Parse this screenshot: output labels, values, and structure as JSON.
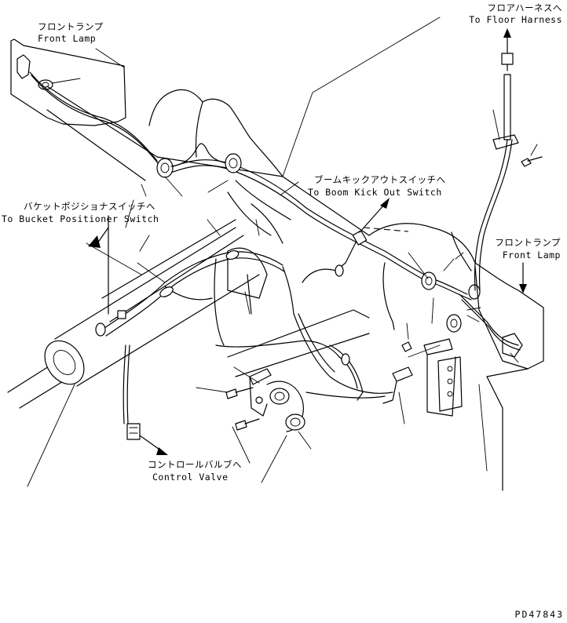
{
  "labels": {
    "front_lamp_left": {
      "jp": "フロントランプ",
      "en": "Front Lamp"
    },
    "floor_harness": {
      "jp": "フロアハーネスへ",
      "en": "To Floor Harness"
    },
    "boom_kick_out": {
      "jp": "ブームキックアウトスイッチへ",
      "en": "To Boom Kick Out Switch"
    },
    "bucket_positioner": {
      "jp": "バケットポジショナスイッチへ",
      "en": "To Bucket Positioner Switch"
    },
    "front_lamp_right": {
      "jp": "フロントランプ",
      "en": "Front Lamp"
    },
    "control_valve": {
      "jp": "コントロールバルブへ",
      "en": "Control Valve"
    }
  },
  "drawing_number": "PD47843"
}
